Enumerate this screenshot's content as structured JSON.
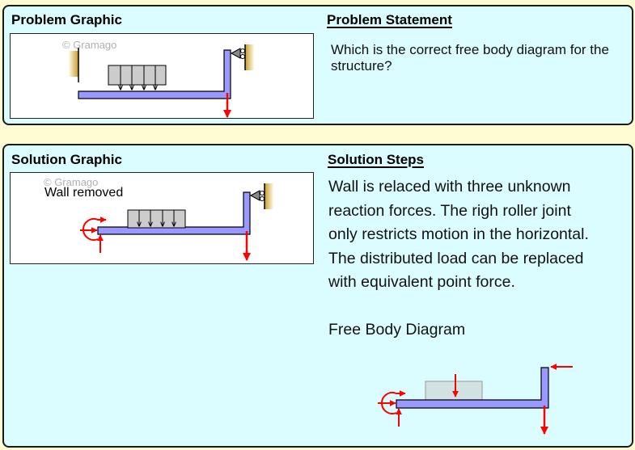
{
  "problem": {
    "graphic_title": "Problem Graphic",
    "watermark": "© Gramago",
    "statement_title": "Problem Statement",
    "statement_text": "Which is the correct free body diagram for the structure?"
  },
  "solution": {
    "graphic_title": "Solution Graphic",
    "watermark": "© Gramago",
    "graphic_label": "Wall removed",
    "steps_title": "Solution Steps",
    "steps_lines": [
      "Wall is relaced with three unknown",
      "reaction forces. The righ roller joint",
      "only restricts motion in the horizontal.",
      "The distributed load can be replaced",
      "with equivalent point force."
    ],
    "fbd_title": "Free Body Diagram"
  },
  "colors": {
    "beam": "#9999ff",
    "force": "#ff0000",
    "load_box": "#cccccc",
    "wall": "#c8a040",
    "panel_bg": "#dcfdff",
    "page_bg": "#fffbd2"
  }
}
